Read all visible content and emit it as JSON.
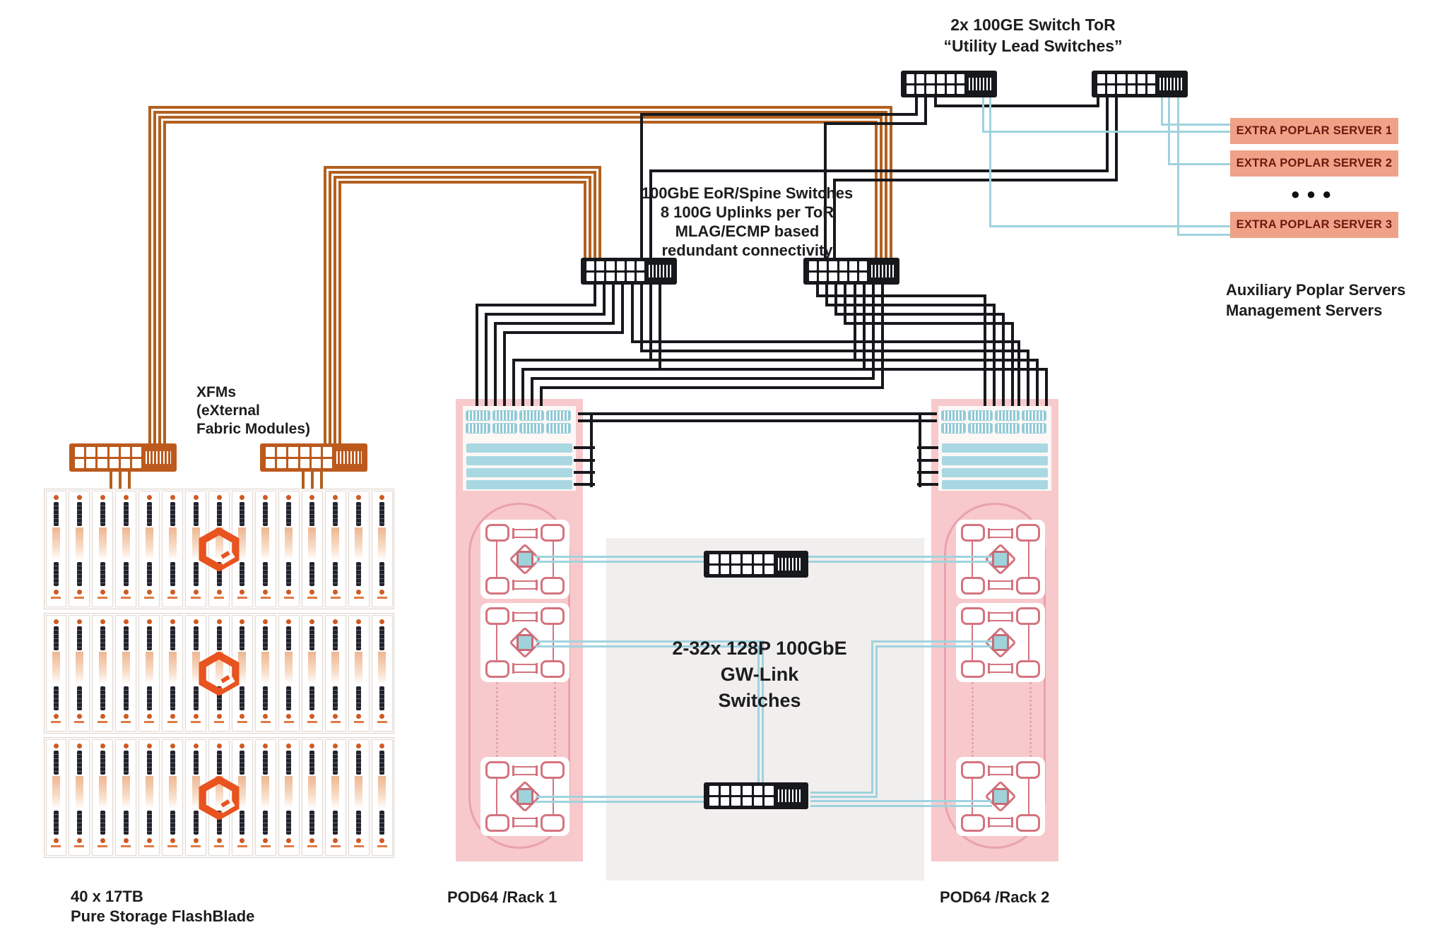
{
  "title": {
    "line1": "2x 100GE Switch ToR",
    "line2": "“Utility Lead Switches”"
  },
  "eor": {
    "lines": [
      "100GbE EoR/Spine Switches",
      "8 100G Uplinks per ToR",
      "MLAG/ECMP based",
      "redundant connectivity"
    ]
  },
  "xfm": {
    "lines": [
      "XFMs",
      "(eXternal",
      "Fabric Modules)"
    ]
  },
  "aux": {
    "lines": [
      "Auxiliary Poplar Servers",
      "Management Servers"
    ]
  },
  "storage": {
    "lines": [
      "40 x 17TB",
      "Pure Storage FlashBlade"
    ]
  },
  "pods": {
    "rack1": "POD64 /Rack 1",
    "rack2": "POD64 /Rack 2"
  },
  "gw": {
    "lines": [
      "2-32x 128P 100GbE",
      "GW-Link",
      "Switches"
    ]
  },
  "servers": {
    "items": [
      "EXTRA POPLAR SERVER 1",
      "EXTRA POPLAR SERVER 2",
      "EXTRA POPLAR SERVER 3"
    ],
    "ellipsis": "●●●"
  },
  "icons": {
    "switch": "network-switch-icon",
    "storage_logo": "pure-storage-logo-icon"
  },
  "colors": {
    "cable_orange": "#b2601f",
    "cable_black": "#16181c",
    "cable_blue": "#9fd3de",
    "switch_black": "#16181c",
    "switch_orange": "#bc5a1d",
    "rack_pink": "#f7c9cc",
    "rack_outline": "#eaa2ac",
    "ipu_pink": "#d4747f",
    "ipu_teal": "#9ed3db",
    "server_salmon": "#efa287",
    "server_text": "#701710",
    "panel_blue": "#a9d8e2",
    "gray_panel": "#f1eeee",
    "logo_orange": "#e8531f"
  }
}
